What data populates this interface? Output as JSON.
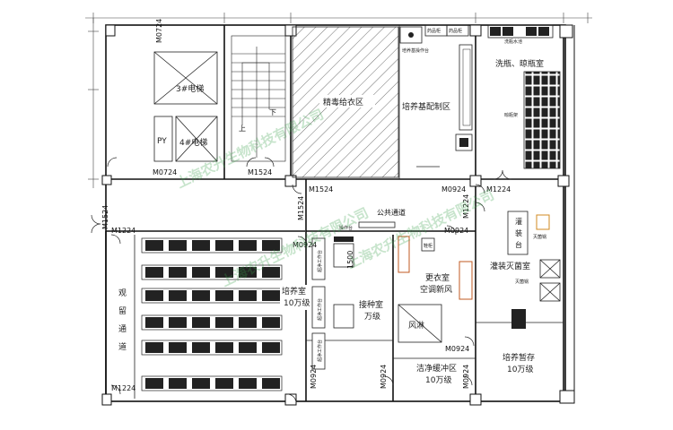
{
  "rooms": {
    "sterile_clothing": "精毒给衣区",
    "media_prep": "培养基配制区",
    "washing": "洗瓶、晾瓶室",
    "public_corridor": "公共通道",
    "culture_room": [
      "培养室",
      "10万级"
    ],
    "inoculation": [
      "接种室",
      "万级"
    ],
    "changing": [
      "更衣室",
      "空调新风"
    ],
    "buffer": [
      "洁净缓冲区",
      "10万级"
    ],
    "filling": "灌装灭菌室",
    "culture_storage": [
      "培养暂存",
      "10万级"
    ],
    "observation": [
      "观",
      "留",
      "通",
      "道"
    ],
    "py": "PY"
  },
  "elevators": [
    "3#电梯",
    "4#电梯"
  ],
  "stair_labels": {
    "up": "上",
    "down": "下"
  },
  "doors": {
    "m0724_a": "M0724",
    "m0724_b": "M0724",
    "m1524_a": "M1524",
    "m1524_b": "M1524",
    "m1524_c": "M1524",
    "m1524_d": "M1524",
    "m0924_a": "M0924",
    "m0924_b": "M0924",
    "m0924_c": "M0924",
    "m0924_d": "M0924",
    "m0924_e": "M0924",
    "m0924_f": "M0924",
    "m1224_a": "M1224",
    "m1224_b": "M1224",
    "m1224_c": "M1224",
    "m1224_d": "M1224"
  },
  "equipment": {
    "top_cabinets": [
      "药品柜",
      "药品柜"
    ],
    "wash_label": "洗瓶水池",
    "drying_label": "晾瓶架",
    "filling_machine": [
      "灌",
      "装",
      "台"
    ],
    "autoclave": "灭菌锅",
    "wind_shower": "风淋",
    "dim_1500": "1500",
    "clean_bench": "超净工作台",
    "sterilizer_label": "灭菌锅",
    "cabinet": "鞋柜",
    "media_counter": "培养基操作台",
    "side_table": "操作台"
  },
  "watermark": "上海农升生物科技有限公司"
}
